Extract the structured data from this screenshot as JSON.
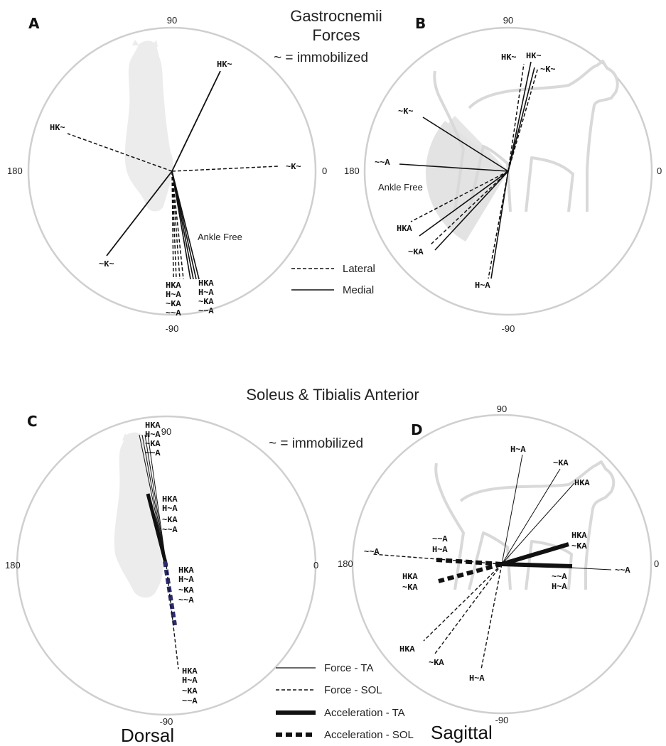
{
  "titles": {
    "top": [
      "Gastrocnemii",
      "Forces"
    ],
    "bottom": "Soleus & Tibialis Anterior"
  },
  "immobilized_note_top": "~   =   immobilized",
  "immobilized_note_bottom": "~   =   immobilized",
  "panels": {
    "A": {
      "letter": "A",
      "angles": {
        "top": "90",
        "left": "180",
        "right": "0",
        "bottom": "-90"
      },
      "ankle_free": "Ankle Free",
      "labels": [
        "HK~",
        "HK~",
        "~K~",
        "~K~"
      ],
      "stack_left": [
        "HKA",
        "H~A",
        "~KA",
        "~~A"
      ],
      "stack_right": [
        "HKA",
        "H~A",
        "~KA",
        "~~A"
      ],
      "legend": {
        "lateral": "Lateral",
        "medial": "Medial"
      }
    },
    "B": {
      "letter": "B",
      "angles": {
        "top": "90",
        "left": "180",
        "right": "0",
        "bottom": "-90"
      },
      "ankle_free": "Ankle Free",
      "labels": [
        "HK~",
        "HK~",
        "~K~",
        "~K~",
        "~~A",
        "HKA",
        "~KA",
        "H~A"
      ]
    },
    "C": {
      "letter": "C",
      "angles": {
        "top": "90",
        "left": "180",
        "right": "0",
        "bottom": "-90"
      },
      "stack_force_ta": [
        "HKA",
        "H~A",
        "~KA",
        "~~A"
      ],
      "stack_acc_ta": [
        "HKA",
        "H~A",
        "~KA",
        "~~A"
      ],
      "stack_acc_sol": [
        "HKA",
        "H~A",
        "~KA",
        "~~A"
      ],
      "stack_force_sol": [
        "HKA",
        "H~A",
        "~KA",
        "~~A"
      ],
      "bottom_title": "Dorsal"
    },
    "D": {
      "letter": "D",
      "angles": {
        "top": "90",
        "left": "180",
        "right": "0",
        "bottom": "-90"
      },
      "labels": [
        "H~A",
        "~KA",
        "HKA",
        "HKA",
        "~KA",
        "~~A",
        "~~A",
        "H~A",
        "~~A",
        "H~A",
        "HKA",
        "~KA",
        "HKA",
        "~KA",
        "H~A"
      ],
      "bottom_title": "Sagittal"
    }
  },
  "legend_bottom": {
    "force_ta": "Force - TA",
    "force_sol": "Force - SOL",
    "acc_ta": "Acceleration - TA",
    "acc_sol": "Acceleration - SOL"
  }
}
